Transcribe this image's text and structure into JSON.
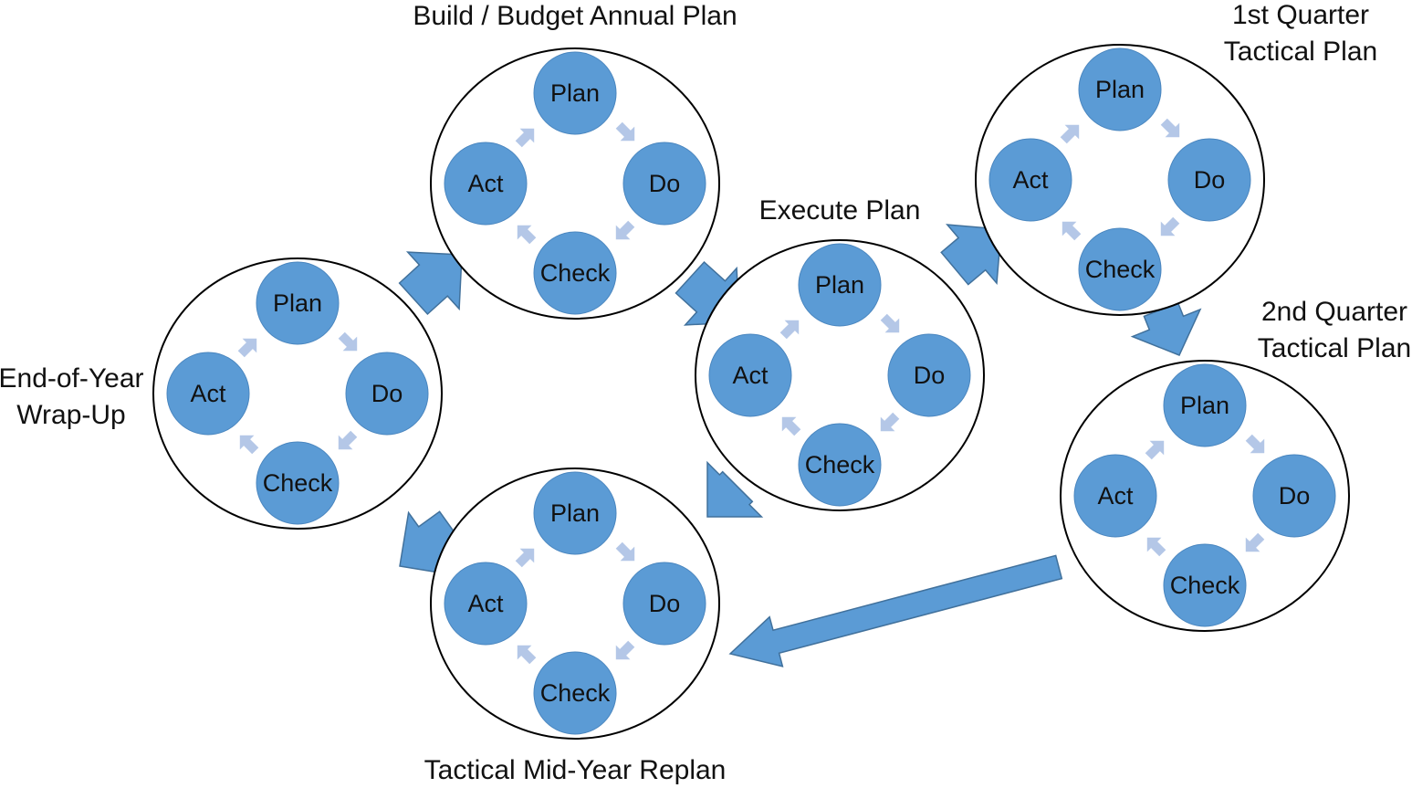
{
  "diagram": {
    "stages": [
      {
        "key": "end-of-year",
        "title_lines": [
          "End-of-Year",
          "Wrap-Up"
        ]
      },
      {
        "key": "build-budget",
        "title_lines": [
          "Build / Budget Annual Plan"
        ]
      },
      {
        "key": "execute",
        "title_lines": [
          "Execute Plan"
        ]
      },
      {
        "key": "q1",
        "title_lines": [
          "1st Quarter",
          "Tactical Plan"
        ]
      },
      {
        "key": "q2",
        "title_lines": [
          "2nd Quarter",
          "Tactical Plan"
        ]
      },
      {
        "key": "mid-year",
        "title_lines": [
          "Tactical Mid-Year Replan"
        ]
      }
    ],
    "cycle_steps": [
      "Plan",
      "Do",
      "Check",
      "Act"
    ],
    "flow": [
      [
        "end-of-year",
        "build-budget"
      ],
      [
        "build-budget",
        "execute"
      ],
      [
        "execute",
        "q1"
      ],
      [
        "q1",
        "q2"
      ],
      [
        "q2",
        "mid-year"
      ],
      [
        "execute",
        "mid-year"
      ],
      [
        "mid-year",
        "end-of-year"
      ]
    ],
    "colors": {
      "node_fill": "#5b9bd5",
      "node_stroke": "#4a86bf",
      "flow_arrow": "#5b9bd5",
      "flow_arrow_stroke": "#41719c",
      "cycle_arrow": "#b4c7e7",
      "ring_stroke": "#000000"
    }
  }
}
